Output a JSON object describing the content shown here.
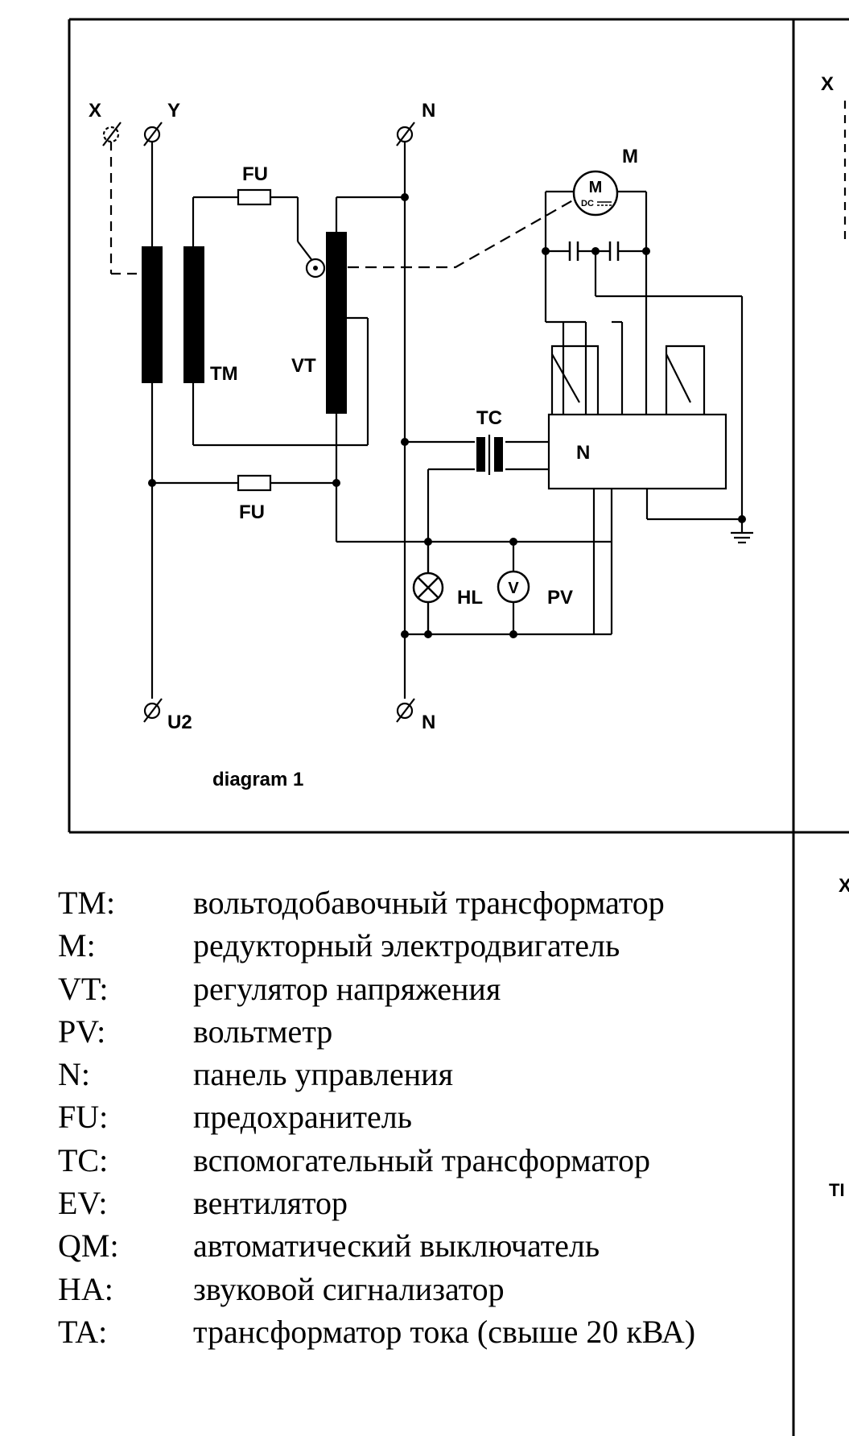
{
  "diagram": {
    "caption": "diagram 1",
    "terminals": {
      "x": "X",
      "y": "Y",
      "n_top": "N",
      "u2": "U2",
      "n_bottom": "N"
    },
    "components": {
      "fu_top": "FU",
      "fu_bottom": "FU",
      "tm": "TM",
      "vt": "VT",
      "motor_label": "M",
      "motor_symbol": "M",
      "motor_dc": "DC",
      "tc": "TC",
      "panel": "N",
      "hl": "HL",
      "pv": "PV",
      "voltmeter_symbol": "V"
    },
    "right_panel_clipped": {
      "top_label": "X",
      "mid_label": "X",
      "bottom_label": "TI"
    }
  },
  "legend": [
    {
      "code": "TM:",
      "desc": "вольтодобавочный трансформатор"
    },
    {
      "code": "M:",
      "desc": "редукторный электродвигатель"
    },
    {
      "code": "VT:",
      "desc": "регулятор напряжения"
    },
    {
      "code": "PV:",
      "desc": "вольтметр"
    },
    {
      "code": "N:",
      "desc": "панель управления"
    },
    {
      "code": "FU:",
      "desc": "предохранитель"
    },
    {
      "code": "TC:",
      "desc": "вспомогательный трансформатор"
    },
    {
      "code": "EV:",
      "desc": "вентилятор"
    },
    {
      "code": "QM:",
      "desc": "автоматический выключатель"
    },
    {
      "code": "HA:",
      "desc": "звуковой сигнализатор"
    },
    {
      "code": "TA:",
      "desc": "трансформатор тока (свыше 20 кВА)"
    }
  ]
}
